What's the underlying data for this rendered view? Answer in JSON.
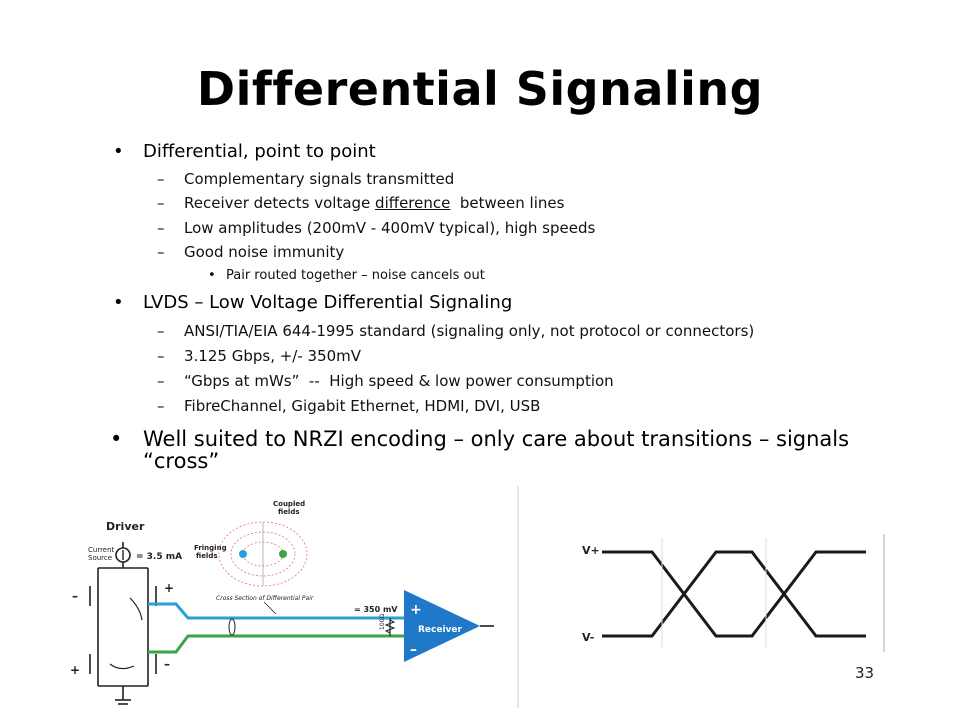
{
  "slide": {
    "title": "Differential Signaling",
    "page_number": "33"
  },
  "bullets": {
    "b1": "Differential, point to point",
    "b1_sub1": "Complementary signals transmitted",
    "b1_sub2_pre": "Receiver detects voltage ",
    "b1_sub2_u": "difference",
    "b1_sub2_post": "  between lines",
    "b1_sub3": "Low amplitudes (200mV - 400mV typical), high speeds",
    "b1_sub4": "Good noise immunity",
    "b1_sub4_sub1": "Pair routed together – noise cancels out",
    "b2": "LVDS – Low Voltage Differential Signaling",
    "b2_sub1": "ANSI/TIA/EIA 644-1995 standard (signaling only, not protocol or connectors)",
    "b2_sub2": "3.125 Gbps, +/- 350mV",
    "b2_sub3": "“Gbps at mWs”  --  High speed & low power consumption",
    "b2_sub4": "FibreChannel, Gigabit Ethernet, HDMI, DVI, USB",
    "b3_line1": "Well suited to NRZI encoding – only care about transitions – signals",
    "b3_line2": "“cross”"
  },
  "markers": {
    "dot": "•",
    "dash": "–"
  },
  "circuit": {
    "driver": "Driver",
    "current_source_1": "Current",
    "current_source_2": "Source",
    "current": "= 3.5 mA",
    "coupled_1": "Coupled",
    "coupled_2": "fields",
    "fringing_1": "Fringing",
    "fringing_2": "fields",
    "cross_section": "Cross Section of Differential Pair",
    "voltage": "= 350 mV",
    "resistor": "100Ω",
    "receiver": "Receiver",
    "plus": "+",
    "minus": "–"
  },
  "waveform": {
    "v_plus": "V+",
    "v_minus": "V-"
  },
  "colors": {
    "blue_line": "#2a9fd6",
    "green_line": "#3aa447",
    "receiver": "#1f78c8"
  }
}
